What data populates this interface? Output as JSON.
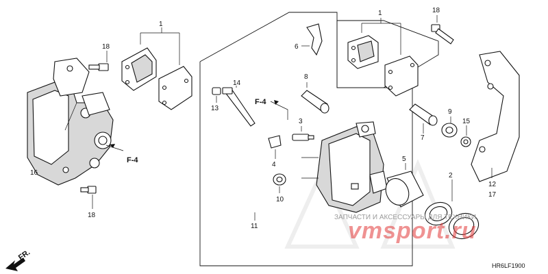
{
  "callouts": {
    "c1a": "1",
    "c1b": "1",
    "c2": "2",
    "c3": "3",
    "c4": "4",
    "c5": "5",
    "c6": "6",
    "c7": "7",
    "c8": "8",
    "c9": "9",
    "c10": "10",
    "c11": "11",
    "c12": "12",
    "c13": "13",
    "c14": "14",
    "c15": "15",
    "c16": "16",
    "c17": "17",
    "c18a": "18",
    "c18b": "18",
    "c18c": "18"
  },
  "refs": {
    "f4a": "F-4",
    "f4b": "F-4"
  },
  "direction": {
    "label": "FR."
  },
  "diagram_code": "HR6LF1900",
  "watermark": {
    "text": "ЗАПЧАСТИ И АКСЕССУАРЫ ДЛЯ ТЕХНИКИ",
    "logo": "vmsport.ru",
    "logo_color": "#e23a3a"
  }
}
